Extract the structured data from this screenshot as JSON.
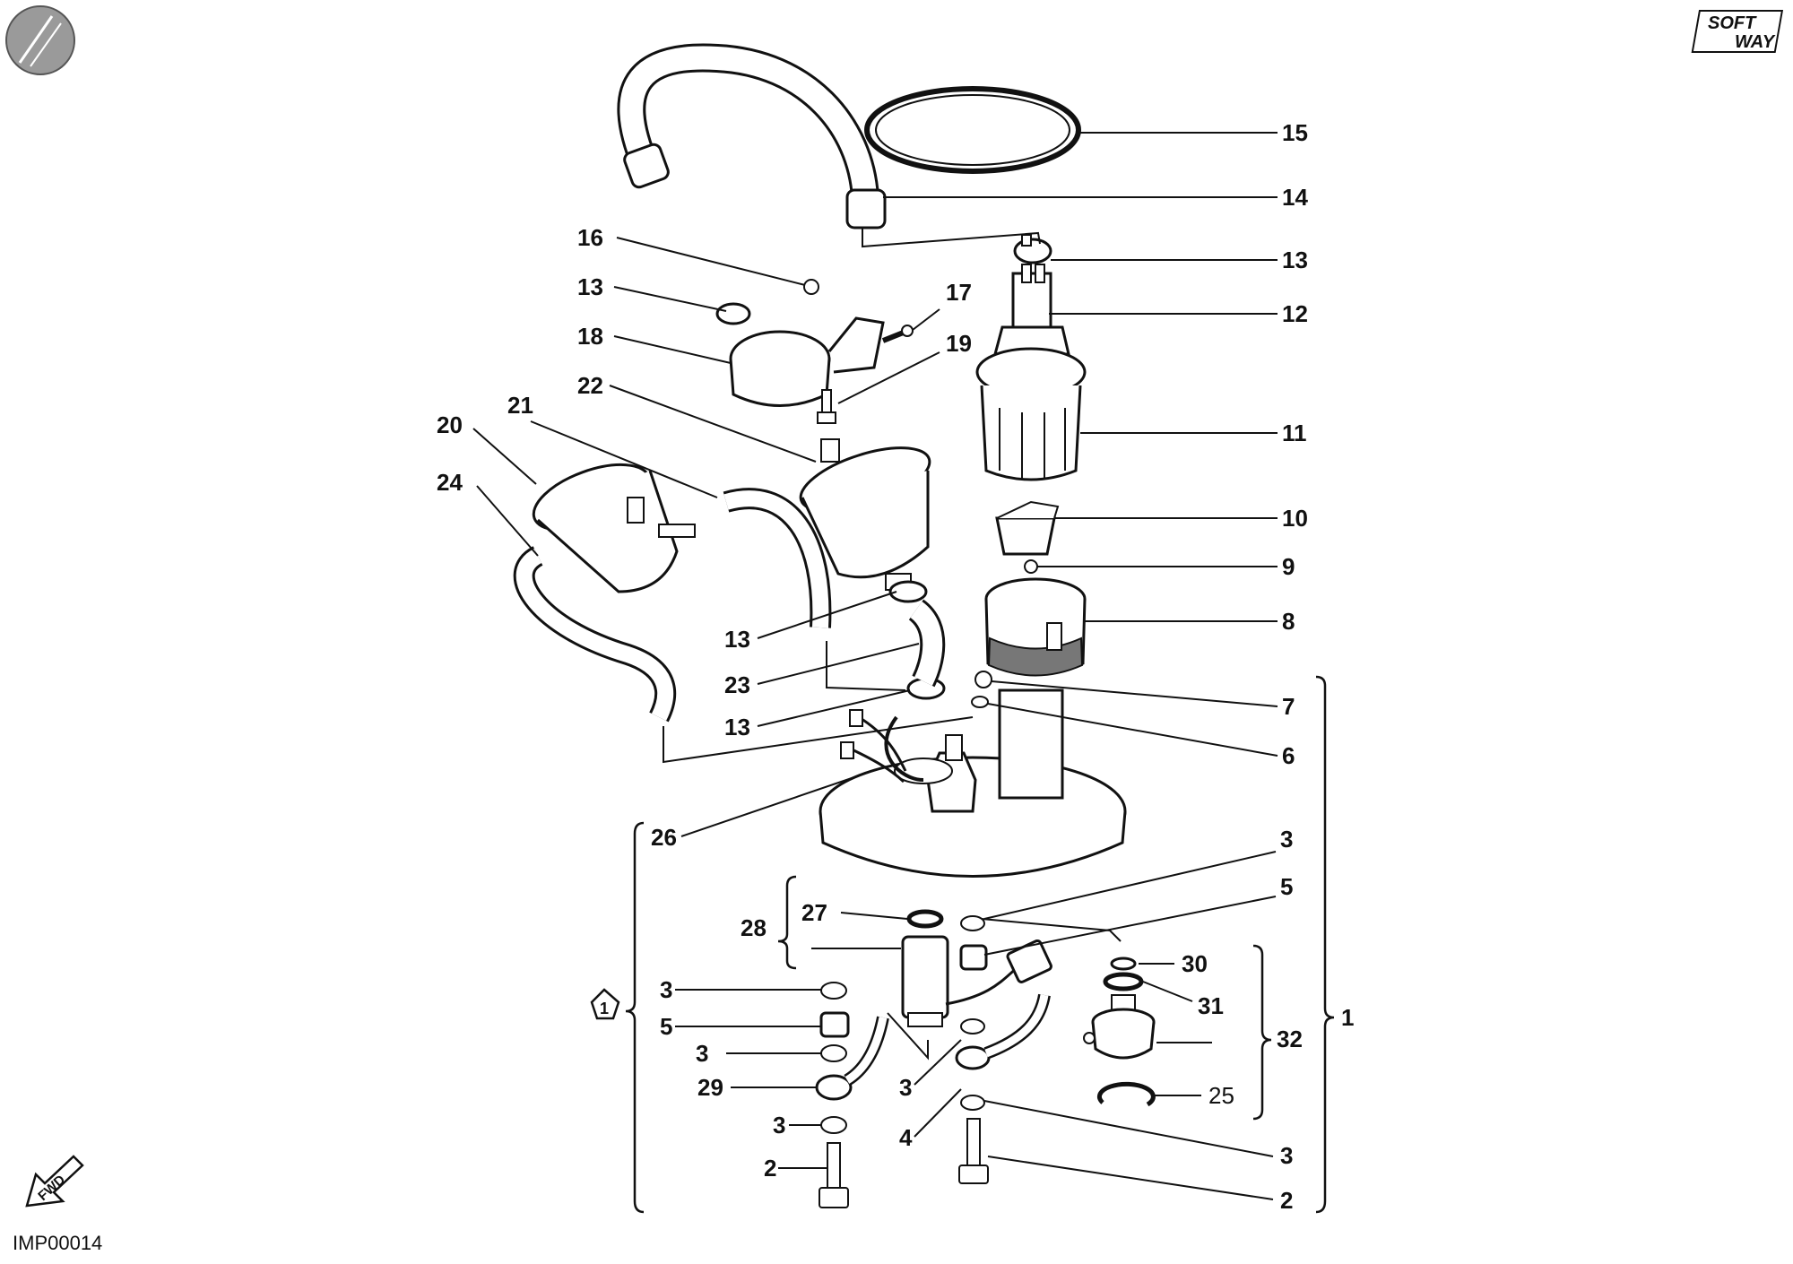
{
  "drawing_code": "IMP00014",
  "brand": {
    "line1": "SOFT",
    "line2": "WAY"
  },
  "fwd_arrow_text": "FWD",
  "group_marker": "1",
  "callouts": {
    "c15": "15",
    "c14": "14",
    "c13a": "13",
    "c12": "12",
    "c11": "11",
    "c10": "10",
    "c9": "9",
    "c8": "8",
    "c7": "7",
    "c6": "6",
    "c16": "16",
    "c13b": "13",
    "c17": "17",
    "c18": "18",
    "c19": "19",
    "c22": "22",
    "c21": "21",
    "c20": "20",
    "c24": "24",
    "c13c": "13",
    "c23": "23",
    "c13d": "13",
    "c26": "26",
    "c3a": "3",
    "c5a": "5",
    "c27": "27",
    "c28": "28",
    "c30": "30",
    "c31": "31",
    "c32": "32",
    "c1": "1",
    "c25": "25",
    "c3b": "3",
    "c5b": "5",
    "c3c": "3",
    "c29": "29",
    "c3d": "3",
    "c2a": "2",
    "c3e": "3",
    "c4": "4",
    "c3f": "3",
    "c2b": "2"
  }
}
